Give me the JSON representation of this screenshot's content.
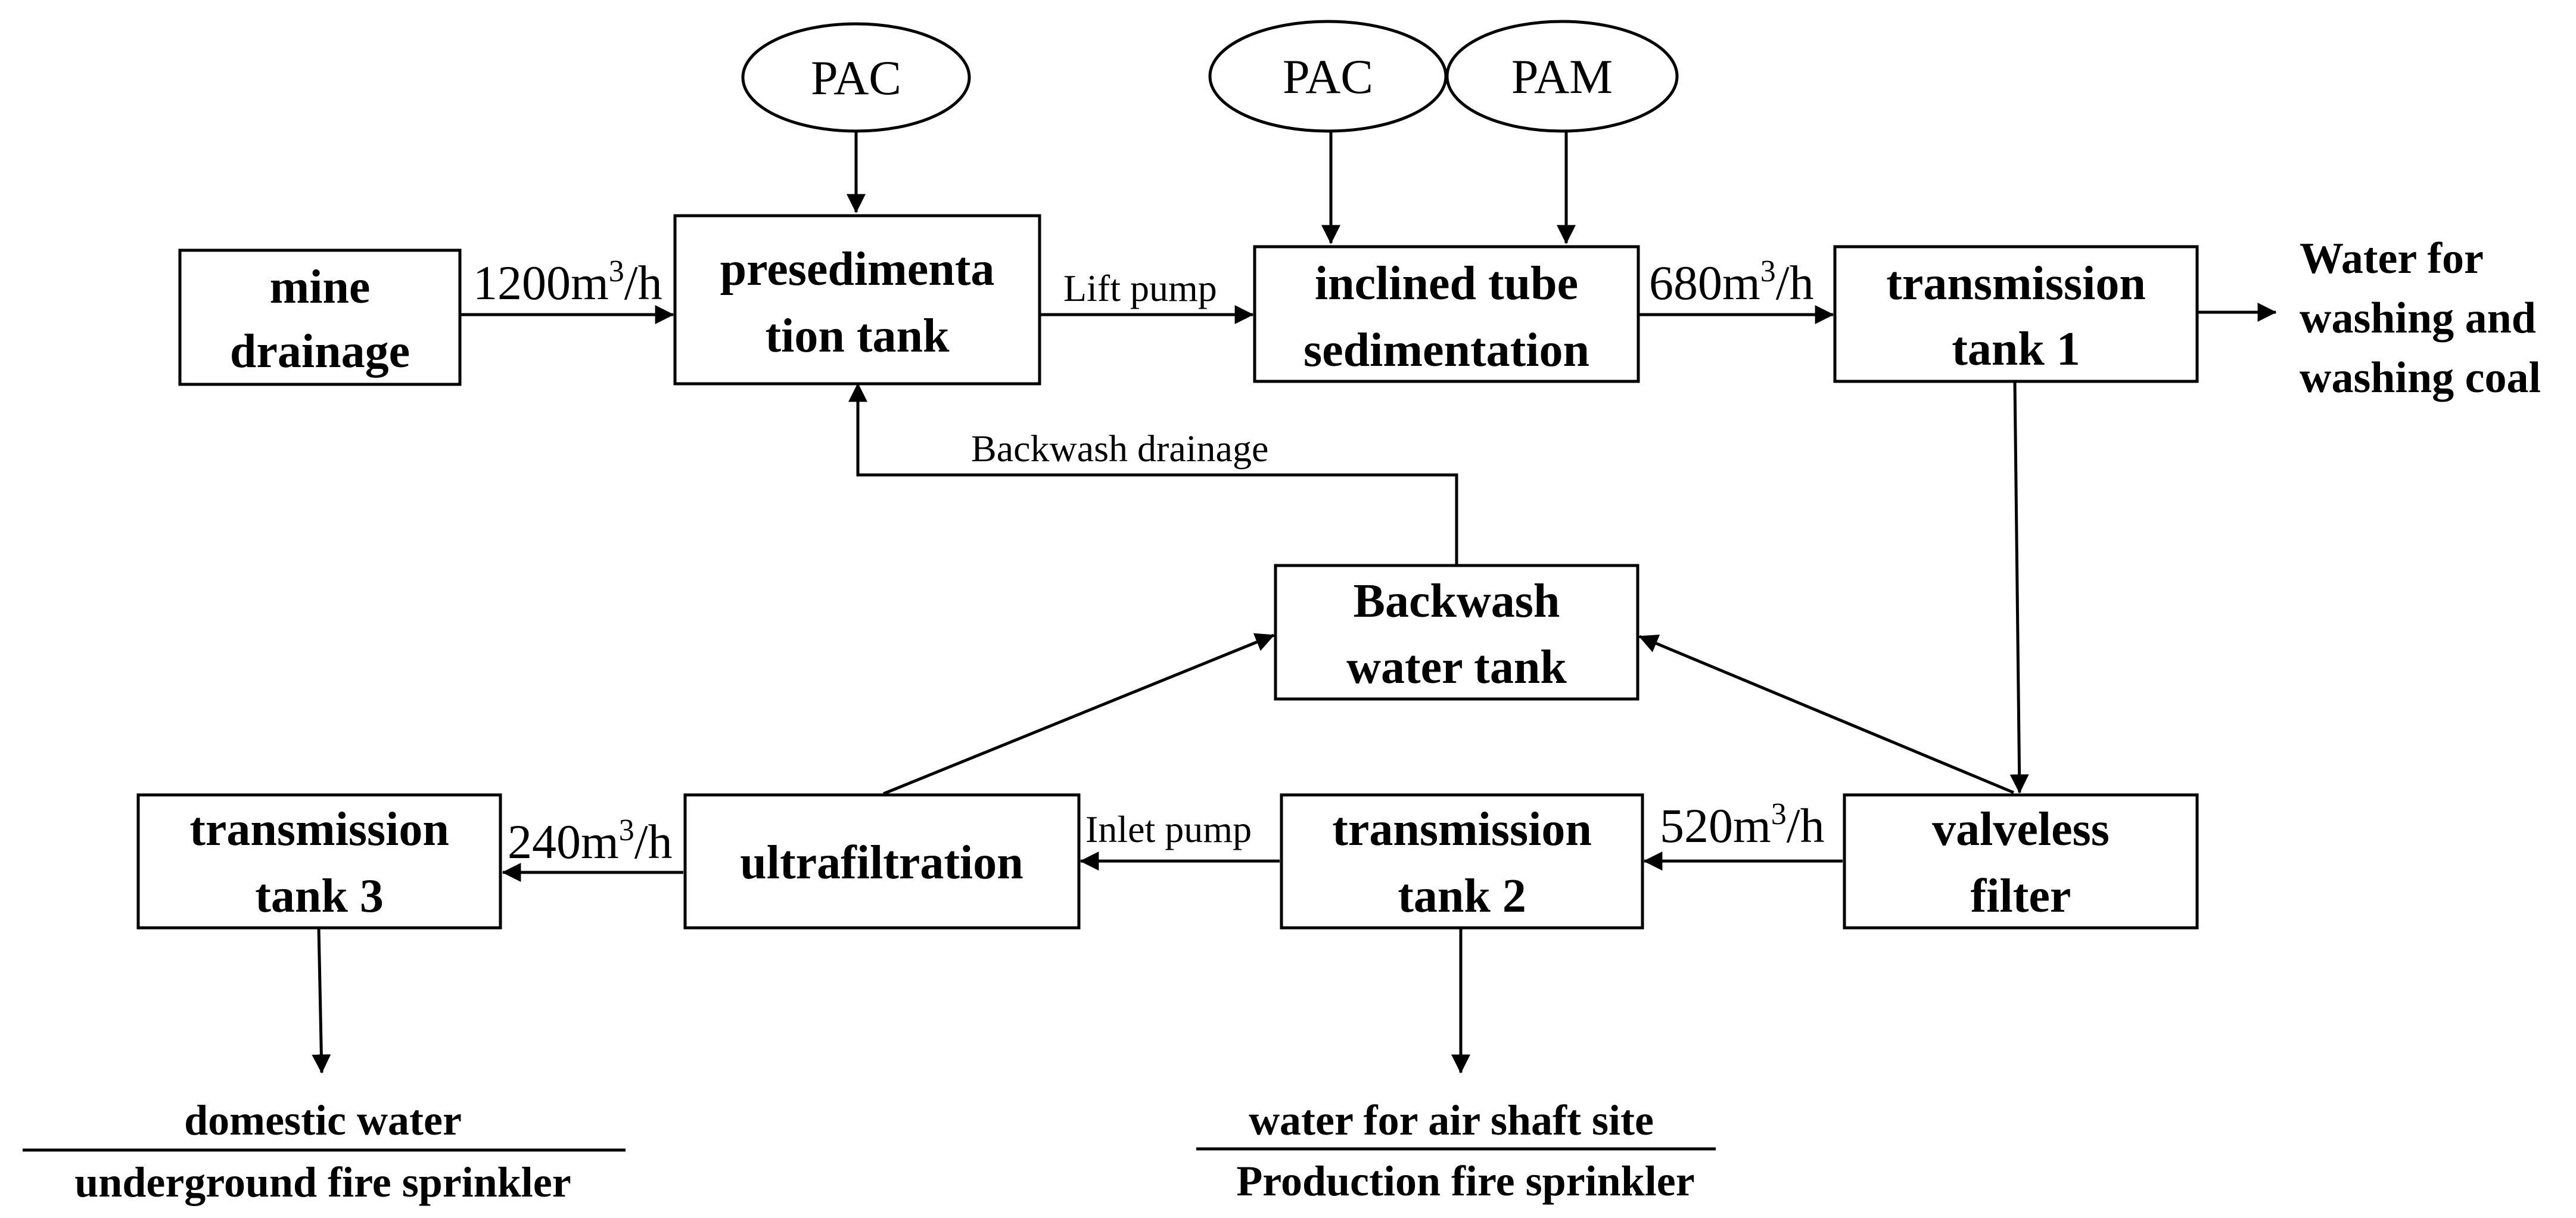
{
  "chemicals": {
    "pac_1": "PAC",
    "pac_2": "PAC",
    "pam": "PAM"
  },
  "nodes": {
    "mine_drainage": [
      "mine",
      "drainage"
    ],
    "presedimentation_tank": [
      "presedimenta",
      "tion tank"
    ],
    "inclined_tube_sedimentation": [
      "inclined tube",
      "sedimentation"
    ],
    "transmission_tank_1": [
      "transmission",
      "tank 1"
    ],
    "backwash_water_tank": [
      "Backwash",
      "water tank"
    ],
    "transmission_tank_3": [
      "transmission",
      "tank 3"
    ],
    "ultrafiltration": "ultrafiltration",
    "transmission_tank_2": [
      "transmission",
      "tank 2"
    ],
    "valveless_filter": [
      "valveless",
      "filter"
    ]
  },
  "flows": {
    "flow_1200": {
      "value": "1200m",
      "sup": "3",
      "unit": "/h"
    },
    "flow_680": {
      "value": "680m",
      "sup": "3",
      "unit": "/h"
    },
    "flow_520": {
      "value": "520m",
      "sup": "3",
      "unit": "/h"
    },
    "flow_240": {
      "value": "240m",
      "sup": "3",
      "unit": "/h"
    },
    "lift_pump": "Lift pump",
    "inlet_pump": "Inlet pump",
    "backwash_drainage": "Backwash drainage"
  },
  "outputs": {
    "washing": [
      "Water for",
      "washing and",
      "washing coal"
    ],
    "tank3_use": {
      "top": "domestic water",
      "bottom": "underground fire sprinkler"
    },
    "tank2_use": {
      "top": "water for air shaft site",
      "bottom": "Production fire sprinkler"
    }
  }
}
